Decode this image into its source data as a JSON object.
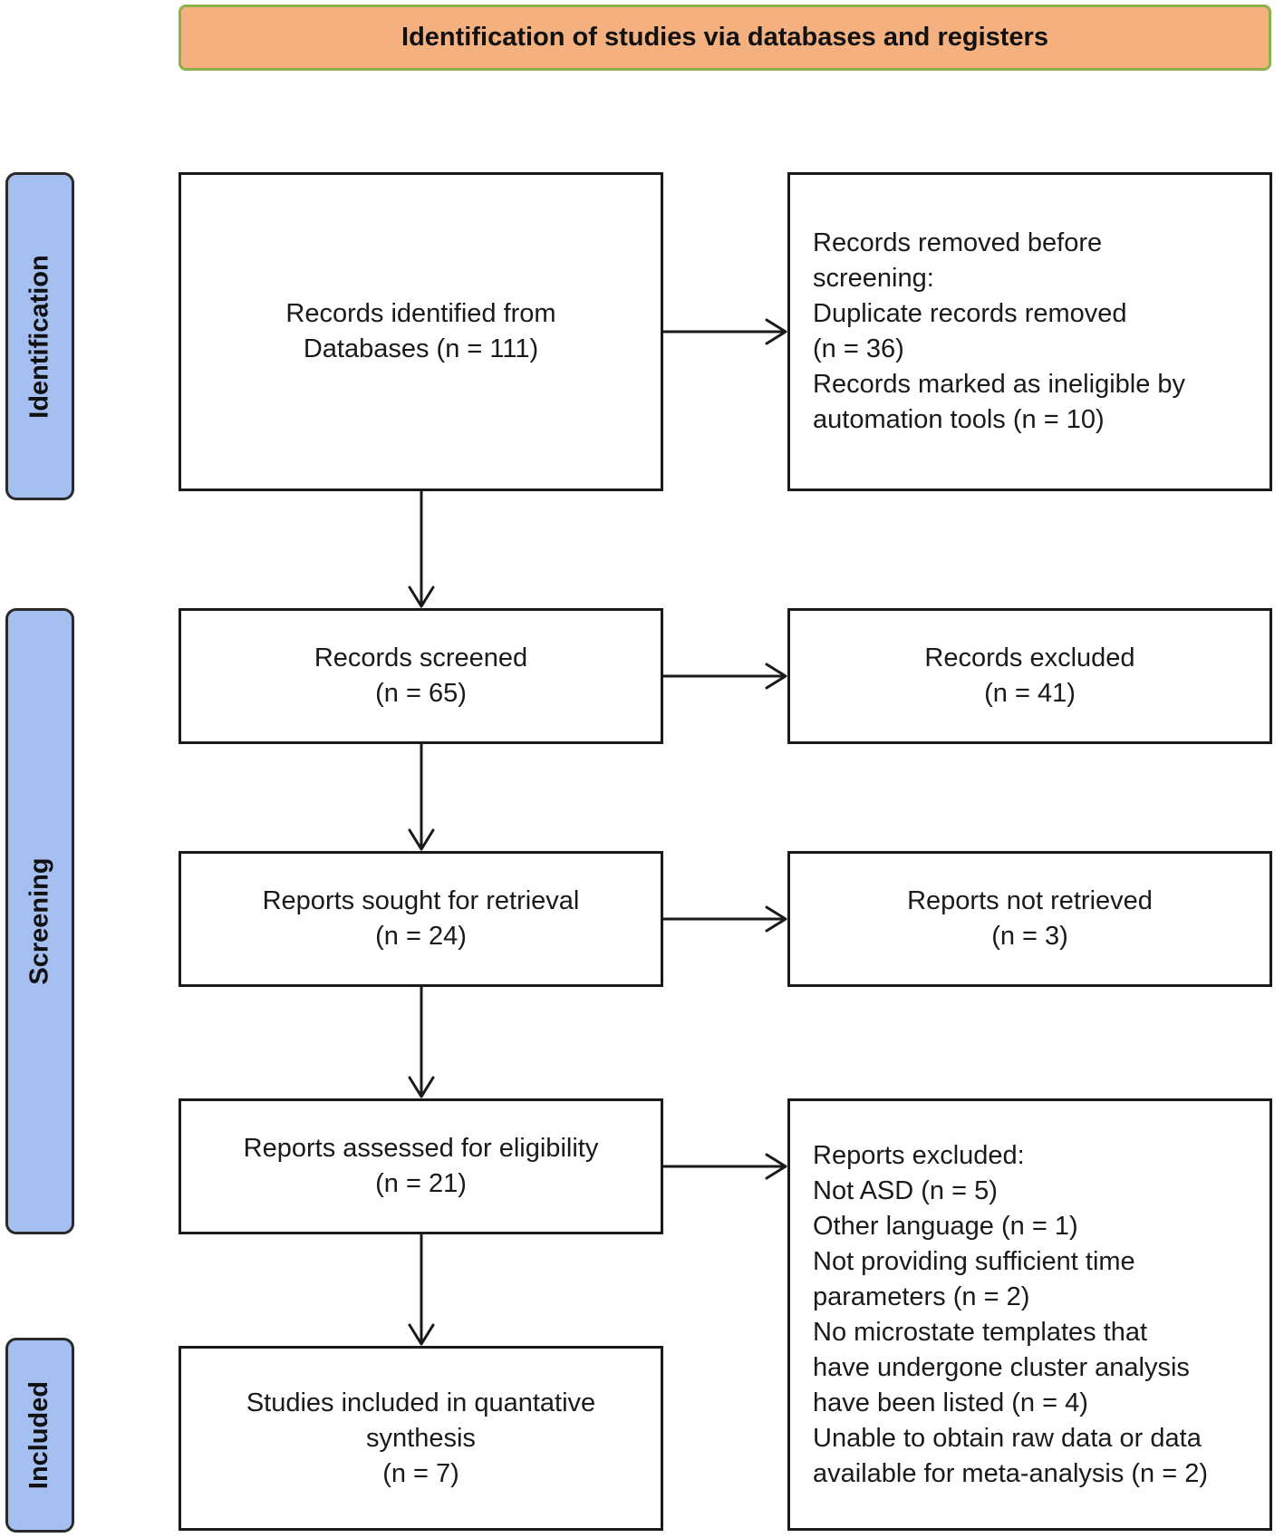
{
  "header": {
    "title": "Identification of studies via databases and registers"
  },
  "phases": {
    "identification": "Identification",
    "screening": "Screening",
    "included": "Included"
  },
  "boxes": {
    "records_identified": [
      "Records identified from",
      "Databases (n = 111)"
    ],
    "records_removed": [
      "Records removed before",
      "screening:",
      "Duplicate records removed",
      "(n = 36)",
      "Records marked as ineligible by",
      "automation tools (n = 10)"
    ],
    "records_screened": [
      "Records screened",
      "(n = 65)"
    ],
    "records_excluded": [
      "Records excluded",
      "(n = 41)"
    ],
    "reports_sought": [
      "Reports sought for retrieval",
      "(n = 24)"
    ],
    "reports_not_retrieved": [
      "Reports not retrieved",
      "(n = 3)"
    ],
    "reports_assessed": [
      "Reports assessed for eligibility",
      "(n = 21)"
    ],
    "reports_excluded": [
      "Reports excluded:",
      "Not ASD (n = 5)",
      "Other language (n = 1)",
      "Not providing sufficient time",
      "parameters (n = 2)",
      "No microstate templates that",
      "have undergone cluster analysis",
      "have been listed (n = 4)",
      "Unable to obtain raw data or data",
      "available for meta-analysis (n = 2)"
    ],
    "studies_included": [
      "Studies included in quantative",
      "synthesis",
      "(n = 7)"
    ]
  },
  "colors": {
    "header_fill": "#f4b07f",
    "header_border": "#8cb04c",
    "phase_fill": "#a4bff0",
    "box_border": "#1a1a1a"
  }
}
